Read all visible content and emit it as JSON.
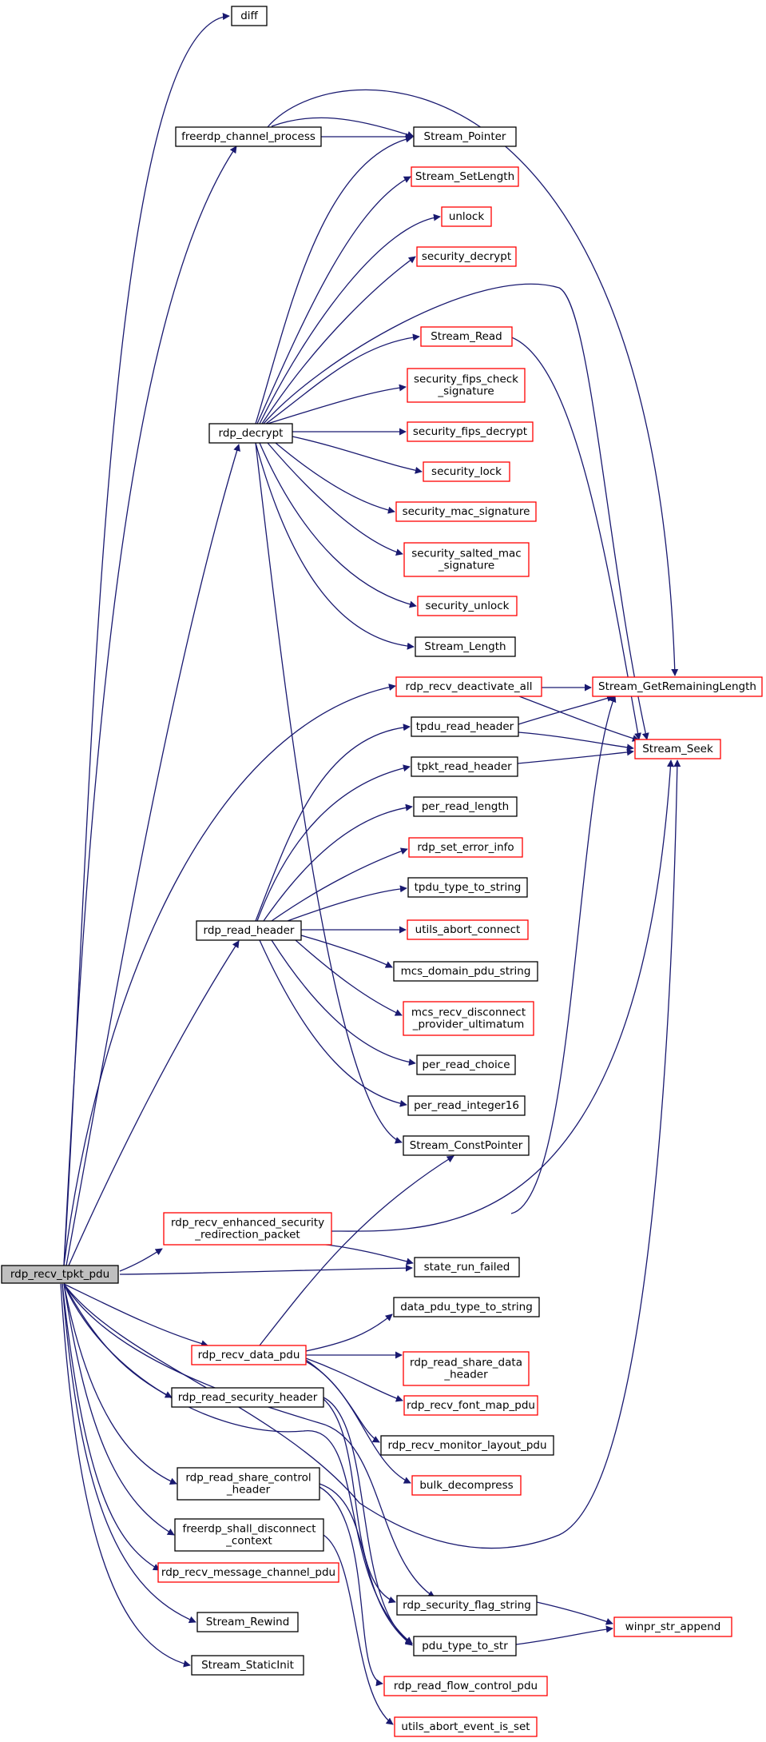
{
  "diagram": {
    "edge_color": "#191970",
    "root_fill": "#bfbfbf",
    "default_fill": "#ffffff",
    "border_colors": {
      "black": "#000000",
      "red": "#ff0000"
    },
    "nodes": [
      {
        "id": "root",
        "lines": [
          "rdp_recv_tpkt_pdu"
        ],
        "border": "black",
        "root": true
      },
      {
        "id": "diff",
        "lines": [
          "diff"
        ],
        "border": "black"
      },
      {
        "id": "chproc",
        "lines": [
          "freerdp_channel_process"
        ],
        "border": "black"
      },
      {
        "id": "sptr",
        "lines": [
          "Stream_Pointer"
        ],
        "border": "black"
      },
      {
        "id": "ssetlen",
        "lines": [
          "Stream_SetLength"
        ],
        "border": "red"
      },
      {
        "id": "unlock",
        "lines": [
          "unlock"
        ],
        "border": "red"
      },
      {
        "id": "secdec",
        "lines": [
          "security_decrypt"
        ],
        "border": "red"
      },
      {
        "id": "sread",
        "lines": [
          "Stream_Read"
        ],
        "border": "red"
      },
      {
        "id": "fipschk",
        "lines": [
          "security_fips_check",
          "_signature"
        ],
        "border": "red"
      },
      {
        "id": "rdpdec",
        "lines": [
          "rdp_decrypt"
        ],
        "border": "black"
      },
      {
        "id": "fipsdec",
        "lines": [
          "security_fips_decrypt"
        ],
        "border": "red"
      },
      {
        "id": "seclock",
        "lines": [
          "security_lock"
        ],
        "border": "red"
      },
      {
        "id": "macsig",
        "lines": [
          "security_mac_signature"
        ],
        "border": "red"
      },
      {
        "id": "saltmac",
        "lines": [
          "security_salted_mac",
          "_signature"
        ],
        "border": "red"
      },
      {
        "id": "secunlock",
        "lines": [
          "security_unlock"
        ],
        "border": "red"
      },
      {
        "id": "slen",
        "lines": [
          "Stream_Length"
        ],
        "border": "black"
      },
      {
        "id": "deact",
        "lines": [
          "rdp_recv_deactivate_all"
        ],
        "border": "red"
      },
      {
        "id": "sgrl",
        "lines": [
          "Stream_GetRemainingLength"
        ],
        "border": "red"
      },
      {
        "id": "tpdurh",
        "lines": [
          "tpdu_read_header"
        ],
        "border": "black"
      },
      {
        "id": "sseek",
        "lines": [
          "Stream_Seek"
        ],
        "border": "red"
      },
      {
        "id": "tpktrh",
        "lines": [
          "tpkt_read_header"
        ],
        "border": "black"
      },
      {
        "id": "perlen",
        "lines": [
          "per_read_length"
        ],
        "border": "black"
      },
      {
        "id": "seterr",
        "lines": [
          "rdp_set_error_info"
        ],
        "border": "red"
      },
      {
        "id": "tpdutype",
        "lines": [
          "tpdu_type_to_string"
        ],
        "border": "black"
      },
      {
        "id": "rdprh",
        "lines": [
          "rdp_read_header"
        ],
        "border": "black"
      },
      {
        "id": "abortc",
        "lines": [
          "utils_abort_connect"
        ],
        "border": "red"
      },
      {
        "id": "mcsdom",
        "lines": [
          "mcs_domain_pdu_string"
        ],
        "border": "black"
      },
      {
        "id": "mcsdisc",
        "lines": [
          "mcs_recv_disconnect",
          "_provider_ultimatum"
        ],
        "border": "red"
      },
      {
        "id": "perchoice",
        "lines": [
          "per_read_choice"
        ],
        "border": "black"
      },
      {
        "id": "perint16",
        "lines": [
          "per_read_integer16"
        ],
        "border": "black"
      },
      {
        "id": "sconst",
        "lines": [
          "Stream_ConstPointer"
        ],
        "border": "black"
      },
      {
        "id": "enhsec",
        "lines": [
          "rdp_recv_enhanced_security",
          "_redirection_packet"
        ],
        "border": "red"
      },
      {
        "id": "srf",
        "lines": [
          "state_run_failed"
        ],
        "border": "black"
      },
      {
        "id": "dpdutype",
        "lines": [
          "data_pdu_type_to_string"
        ],
        "border": "black"
      },
      {
        "id": "rdpdata",
        "lines": [
          "rdp_recv_data_pdu"
        ],
        "border": "red"
      },
      {
        "id": "sharedata",
        "lines": [
          "rdp_read_share_data",
          "_header"
        ],
        "border": "red"
      },
      {
        "id": "secheader",
        "lines": [
          "rdp_read_security_header"
        ],
        "border": "black"
      },
      {
        "id": "fontmap",
        "lines": [
          "rdp_recv_font_map_pdu"
        ],
        "border": "red"
      },
      {
        "id": "monlayout",
        "lines": [
          "rdp_recv_monitor_layout_pdu"
        ],
        "border": "black"
      },
      {
        "id": "sharectl",
        "lines": [
          "rdp_read_share_control",
          "_header"
        ],
        "border": "black"
      },
      {
        "id": "bulk",
        "lines": [
          "bulk_decompress"
        ],
        "border": "red"
      },
      {
        "id": "shalldisc",
        "lines": [
          "freerdp_shall_disconnect",
          "_context"
        ],
        "border": "black"
      },
      {
        "id": "msgch",
        "lines": [
          "rdp_recv_message_channel_pdu"
        ],
        "border": "red"
      },
      {
        "id": "secflag",
        "lines": [
          "rdp_security_flag_string"
        ],
        "border": "black"
      },
      {
        "id": "srewind",
        "lines": [
          "Stream_Rewind"
        ],
        "border": "black"
      },
      {
        "id": "winprappend",
        "lines": [
          "winpr_str_append"
        ],
        "border": "red"
      },
      {
        "id": "pdutype",
        "lines": [
          "pdu_type_to_str"
        ],
        "border": "black"
      },
      {
        "id": "sstatic",
        "lines": [
          "Stream_StaticInit"
        ],
        "border": "black"
      },
      {
        "id": "flowctl",
        "lines": [
          "rdp_read_flow_control_pdu"
        ],
        "border": "red"
      },
      {
        "id": "abortev",
        "lines": [
          "utils_abort_event_is_set"
        ],
        "border": "red"
      }
    ]
  }
}
